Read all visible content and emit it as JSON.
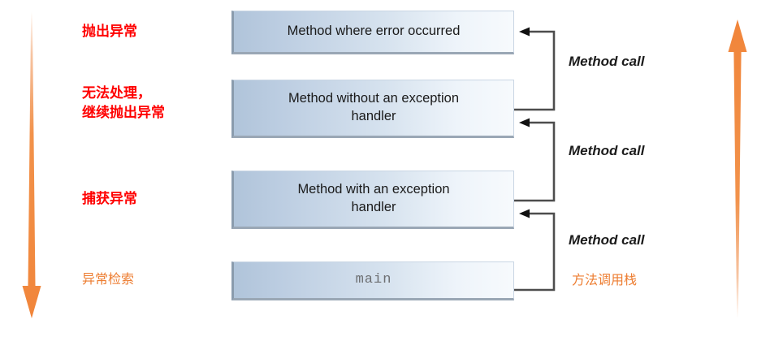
{
  "diagram": {
    "title": "Java exception propagation up the method call stack",
    "colors": {
      "annotation_red": "#FF0000",
      "annotation_orange": "#ED7D31",
      "box_gradient_start": "#b0c4da",
      "box_gradient_end": "#f7fafd",
      "connector": "#4d4d4d"
    },
    "boxes": [
      {
        "id": "box-error-method",
        "label": "Method where error occurred",
        "mono": false
      },
      {
        "id": "box-no-handler",
        "label": "Method without an exception\nhandler",
        "mono": false
      },
      {
        "id": "box-with-handler",
        "label": "Method with an exception\nhandler",
        "mono": false
      },
      {
        "id": "box-main",
        "label": "main",
        "mono": true
      }
    ],
    "call_labels": [
      {
        "text": "Method call"
      },
      {
        "text": "Method call"
      },
      {
        "text": "Method call"
      }
    ],
    "left_annotations": [
      {
        "text": "抛出异常",
        "color": "red"
      },
      {
        "text": "无法处理，\n继续抛出异常",
        "color": "red"
      },
      {
        "text": "捕获异常",
        "color": "red"
      },
      {
        "text": "异常检索",
        "color": "orange"
      }
    ],
    "right_annotations": [
      {
        "text": "方法调用栈",
        "color": "orange"
      }
    ],
    "arrows": {
      "left": {
        "name": "exception-search-arrow",
        "direction": "down"
      },
      "right": {
        "name": "call-stack-arrow",
        "direction": "up"
      }
    }
  }
}
